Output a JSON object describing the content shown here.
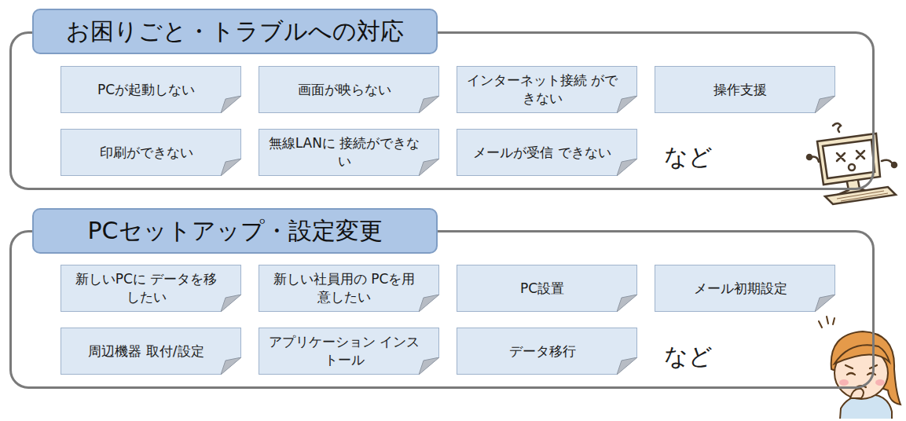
{
  "diagram": {
    "nodes": [
      {
        "text": [
          "お困りごと・トラブルへの対応"
        ]
      },
      {
        "text": [
          "PCが起動しない"
        ],
        "in": 0
      },
      {
        "text": [
          "画面が映らない"
        ],
        "in": 0
      },
      {
        "text": [
          "インターネット接続 ができない"
        ],
        "in": 0
      },
      {
        "text": [
          "操作支援"
        ],
        "in": 0
      },
      {
        "text": [
          "印刷ができない"
        ],
        "in": 0
      },
      {
        "text": [
          "無線LANに 接続ができない"
        ],
        "in": 0
      },
      {
        "text": [
          "メールが受信 できない"
        ],
        "in": 0
      },
      {
        "text": [
          "PCセットアップ・設定変更"
        ]
      },
      {
        "text": [
          "新しいPCに データを移したい"
        ],
        "in": 8
      },
      {
        "text": [
          "新しい社員用の PCを用意したい"
        ],
        "in": 8
      },
      {
        "text": [
          "PC設置"
        ],
        "in": 8
      },
      {
        "text": [
          "メール初期設定"
        ],
        "in": 8
      },
      {
        "text": [
          "周辺機器 取付/設定"
        ],
        "in": 8
      },
      {
        "text": [
          "アプリケーション インストール"
        ],
        "in": 8
      },
      {
        "text": [
          "データ移行"
        ],
        "in": 8
      }
    ],
    "labels": [
      "など",
      "など"
    ]
  }
}
